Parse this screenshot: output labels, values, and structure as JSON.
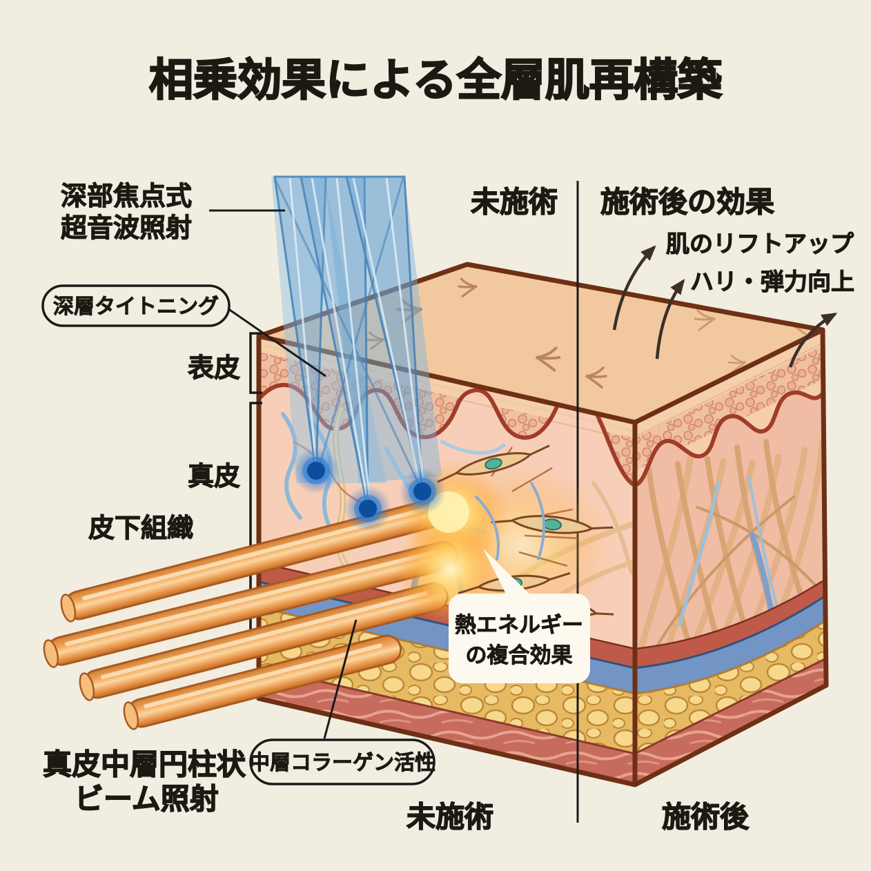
{
  "title": "相乗効果による全層肌再構築",
  "left_labels": {
    "ultrasound_line1": "深部焦点式",
    "ultrasound_line2": "超音波照射",
    "deep_tightening": "深層タイトニング",
    "epidermis": "表皮",
    "dermis": "真皮",
    "subcutaneous": "皮下組織",
    "beam_line1": "真皮中層円柱状",
    "beam_line2": "ビーム照射"
  },
  "callouts": {
    "collagen_pill": "中層コラーゲン活性",
    "thermal_line1": "熱エネルギー",
    "thermal_line2": "の複合効果"
  },
  "right_labels": {
    "untreated_top": "未施術",
    "post_effect_header": "施術後の効果",
    "lift_up": "肌のリフトアップ",
    "elasticity": "ハリ・弾力向上"
  },
  "bottom_labels": {
    "untreated": "未施術",
    "post_treatment": "施術後"
  },
  "colors": {
    "background": "#f2ede1",
    "skin_top": "#f2c89f",
    "epidermis": "#f5cfab",
    "dermis_left": "#f7cfb8",
    "dermis_right": "#f0bca4",
    "junction_red": "#a03c2a",
    "vein_blue": "#7295c6",
    "band_red": "#bf5a49",
    "fat_yellow": "#e6b963",
    "muscle_red": "#c76c5d",
    "outline_brown": "#6e3014",
    "beam_blue": "#8ec0e4",
    "beam_blue2": "#7ab2da",
    "focus_glow_blue": "#1266c8",
    "rod_orange": "#f4a95e",
    "rod_glow": "#ffd469",
    "fibroblast_tan": "#eccb96",
    "nucleus_teal": "#53b39a",
    "bubble_bg": "#fdf9ef",
    "text_dark": "#1c1812"
  }
}
